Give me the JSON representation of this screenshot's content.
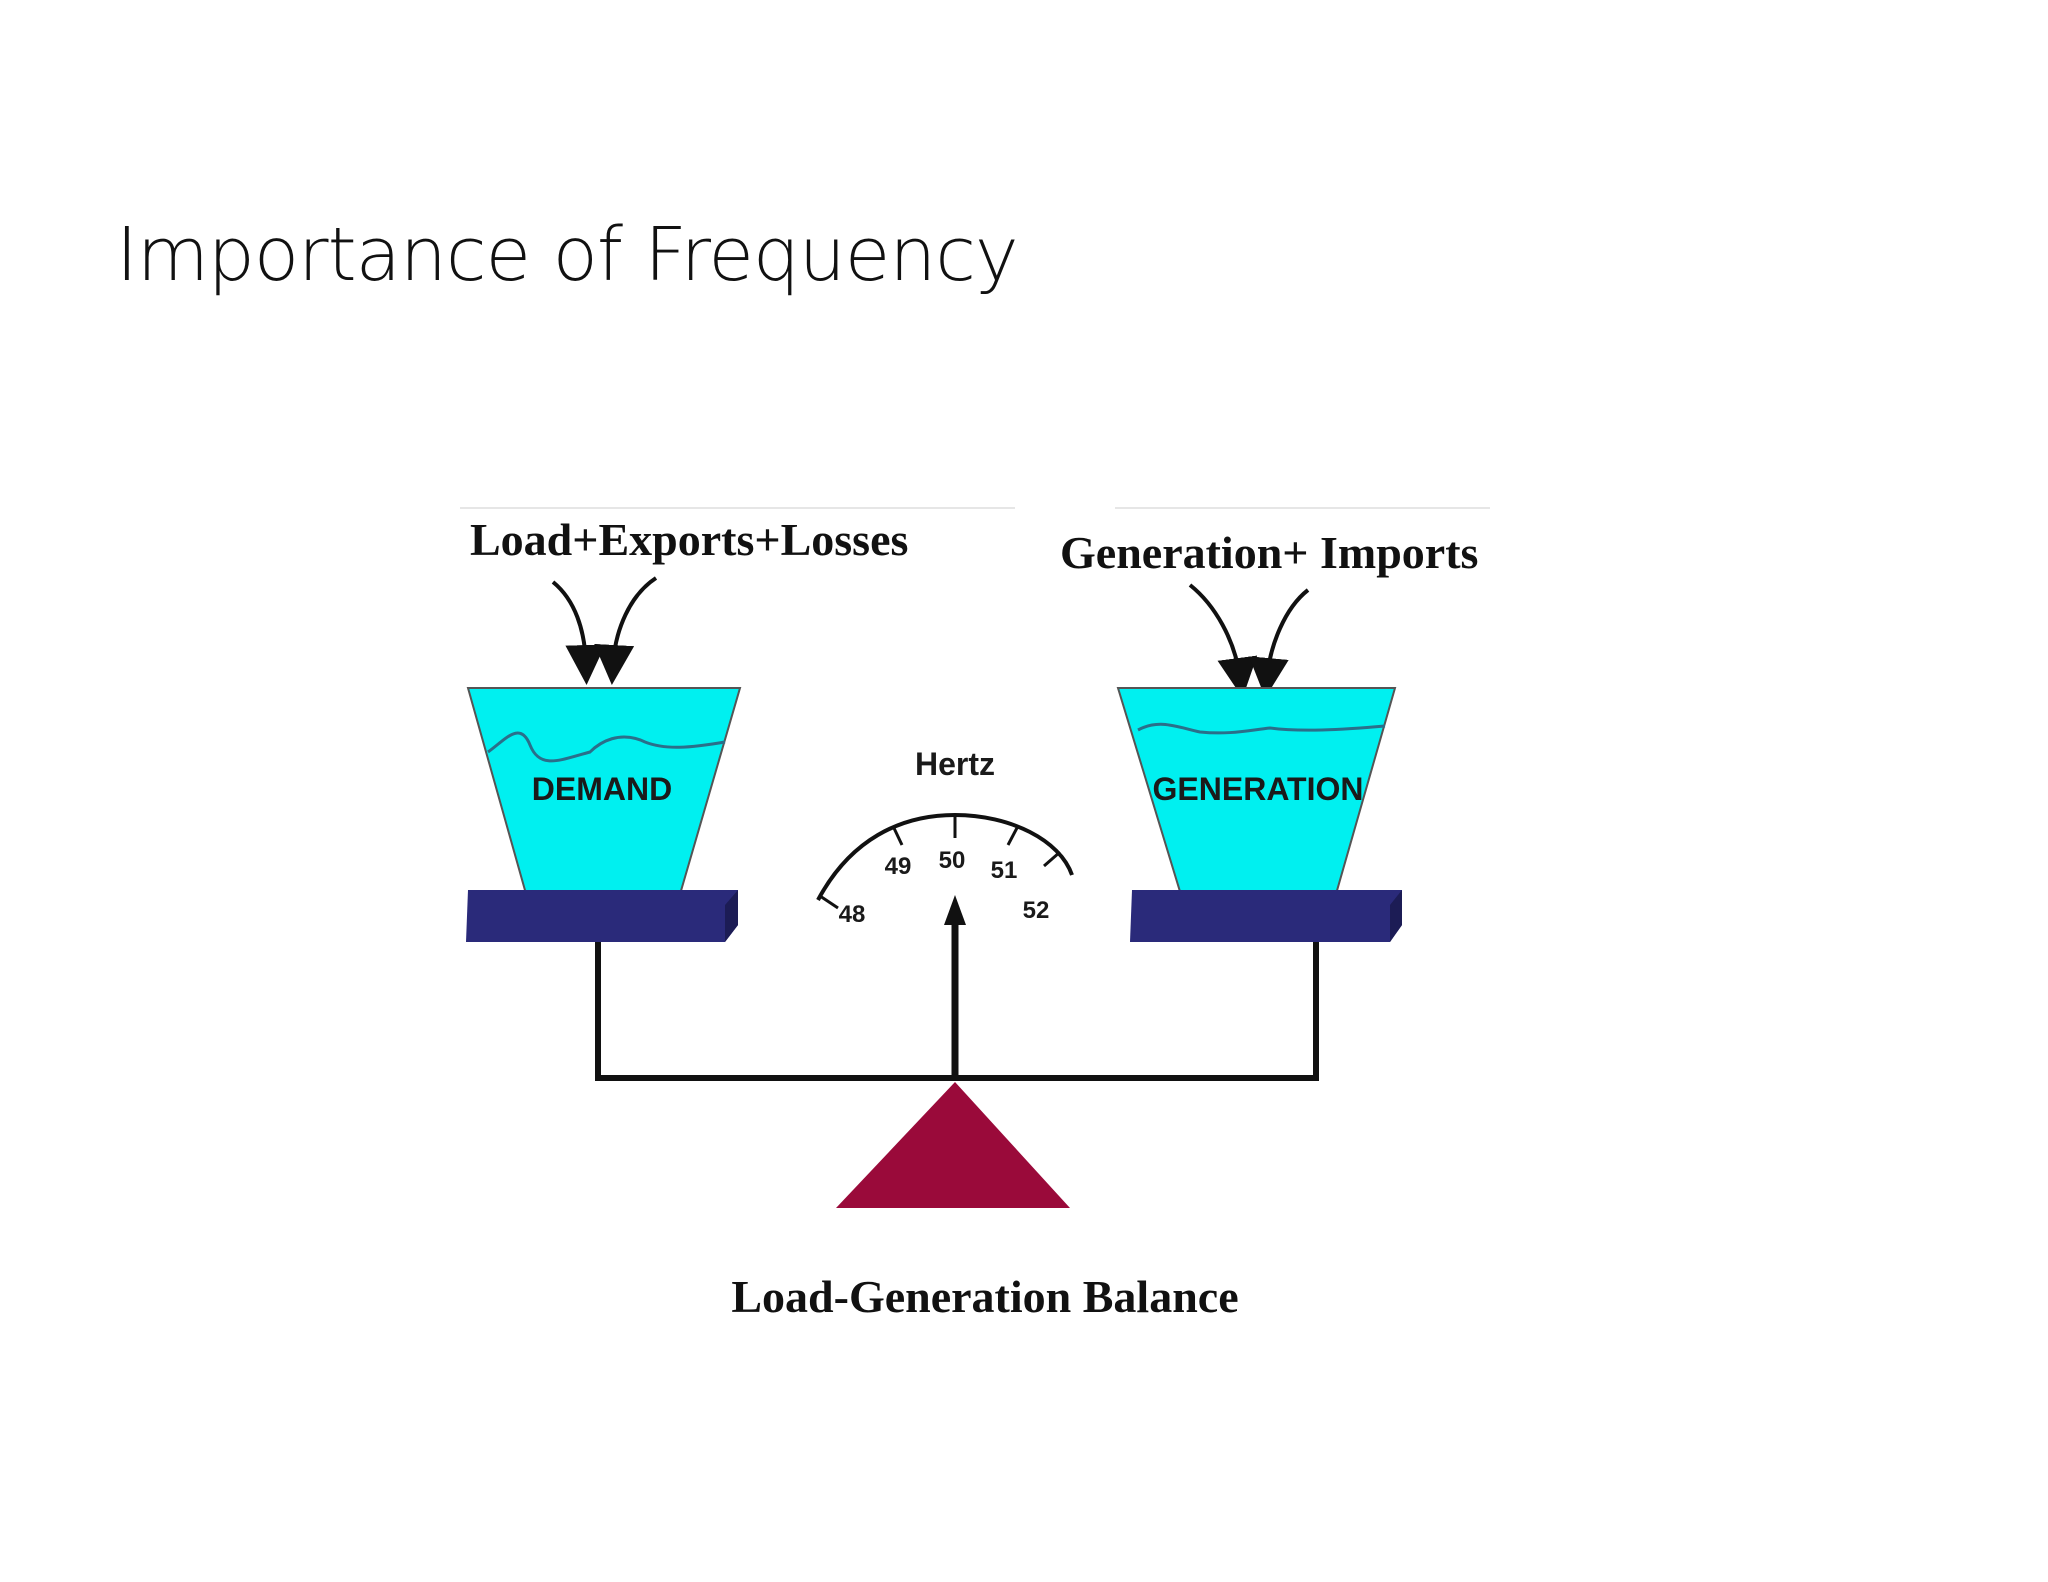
{
  "slide": {
    "title": "Importance of Frequency"
  },
  "diagram": {
    "left_input_label": "Load+Exports+Losses",
    "right_input_label": "Generation+ Imports",
    "left_bucket_label": "DEMAND",
    "right_bucket_label": "GENERATION",
    "gauge": {
      "unit_label": "Hertz",
      "ticks": [
        "48",
        "49",
        "50",
        "51",
        "52"
      ],
      "pointer_value": 50
    },
    "caption": "Load-Generation Balance",
    "colors": {
      "bucket_fill": "#00f0f0",
      "platform_fill": "#2a2a7a",
      "fulcrum_fill": "#9a0a3a",
      "line": "#111111"
    }
  }
}
